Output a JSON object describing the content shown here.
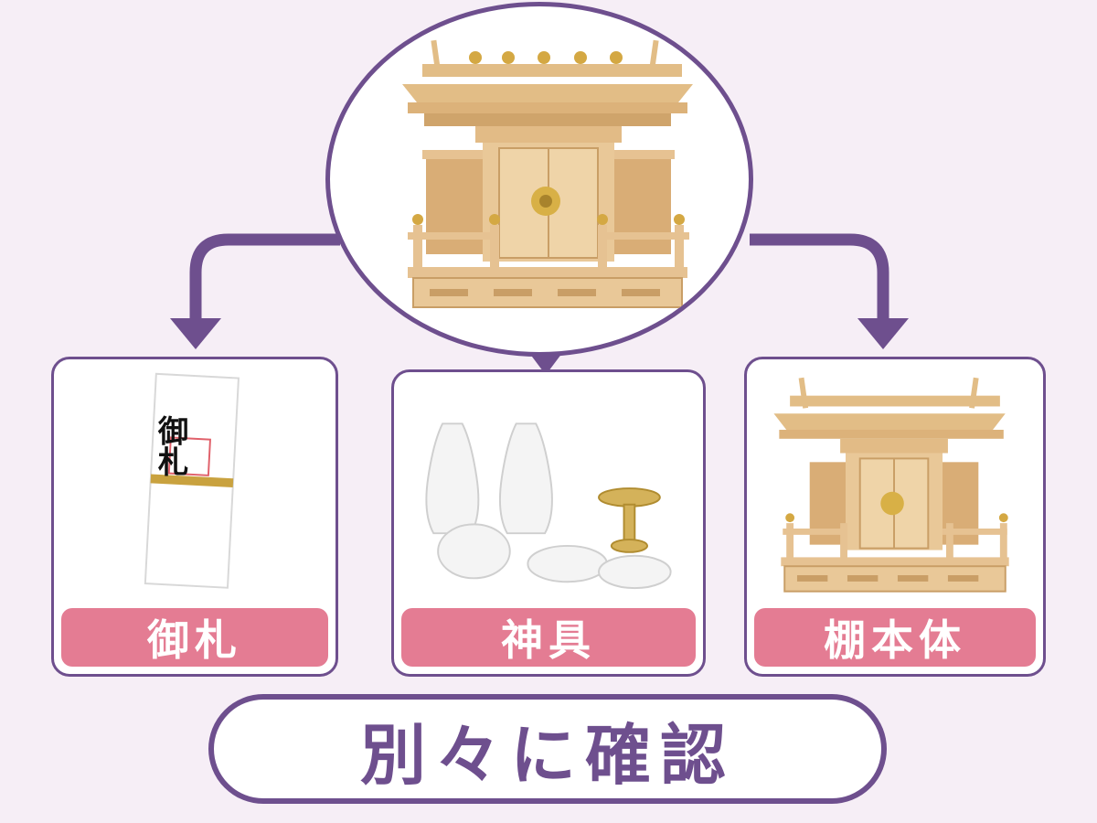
{
  "colors": {
    "background": "#f6eef6",
    "accent_purple": "#6e4f8e",
    "label_pink": "#e47c93",
    "wood": "#e9c898",
    "gold": "#c9a23f"
  },
  "hero": {
    "icon": "kamidana-shrine-icon"
  },
  "categories": [
    {
      "label": "御札",
      "icon": "ofuda-talisman-icon",
      "talisman_text": "御札"
    },
    {
      "label": "神具",
      "icon": "shinto-ritual-utensils-icon"
    },
    {
      "label": "棚本体",
      "icon": "kamidana-shelf-icon"
    }
  ],
  "conclusion": {
    "text": "別々に確認"
  }
}
